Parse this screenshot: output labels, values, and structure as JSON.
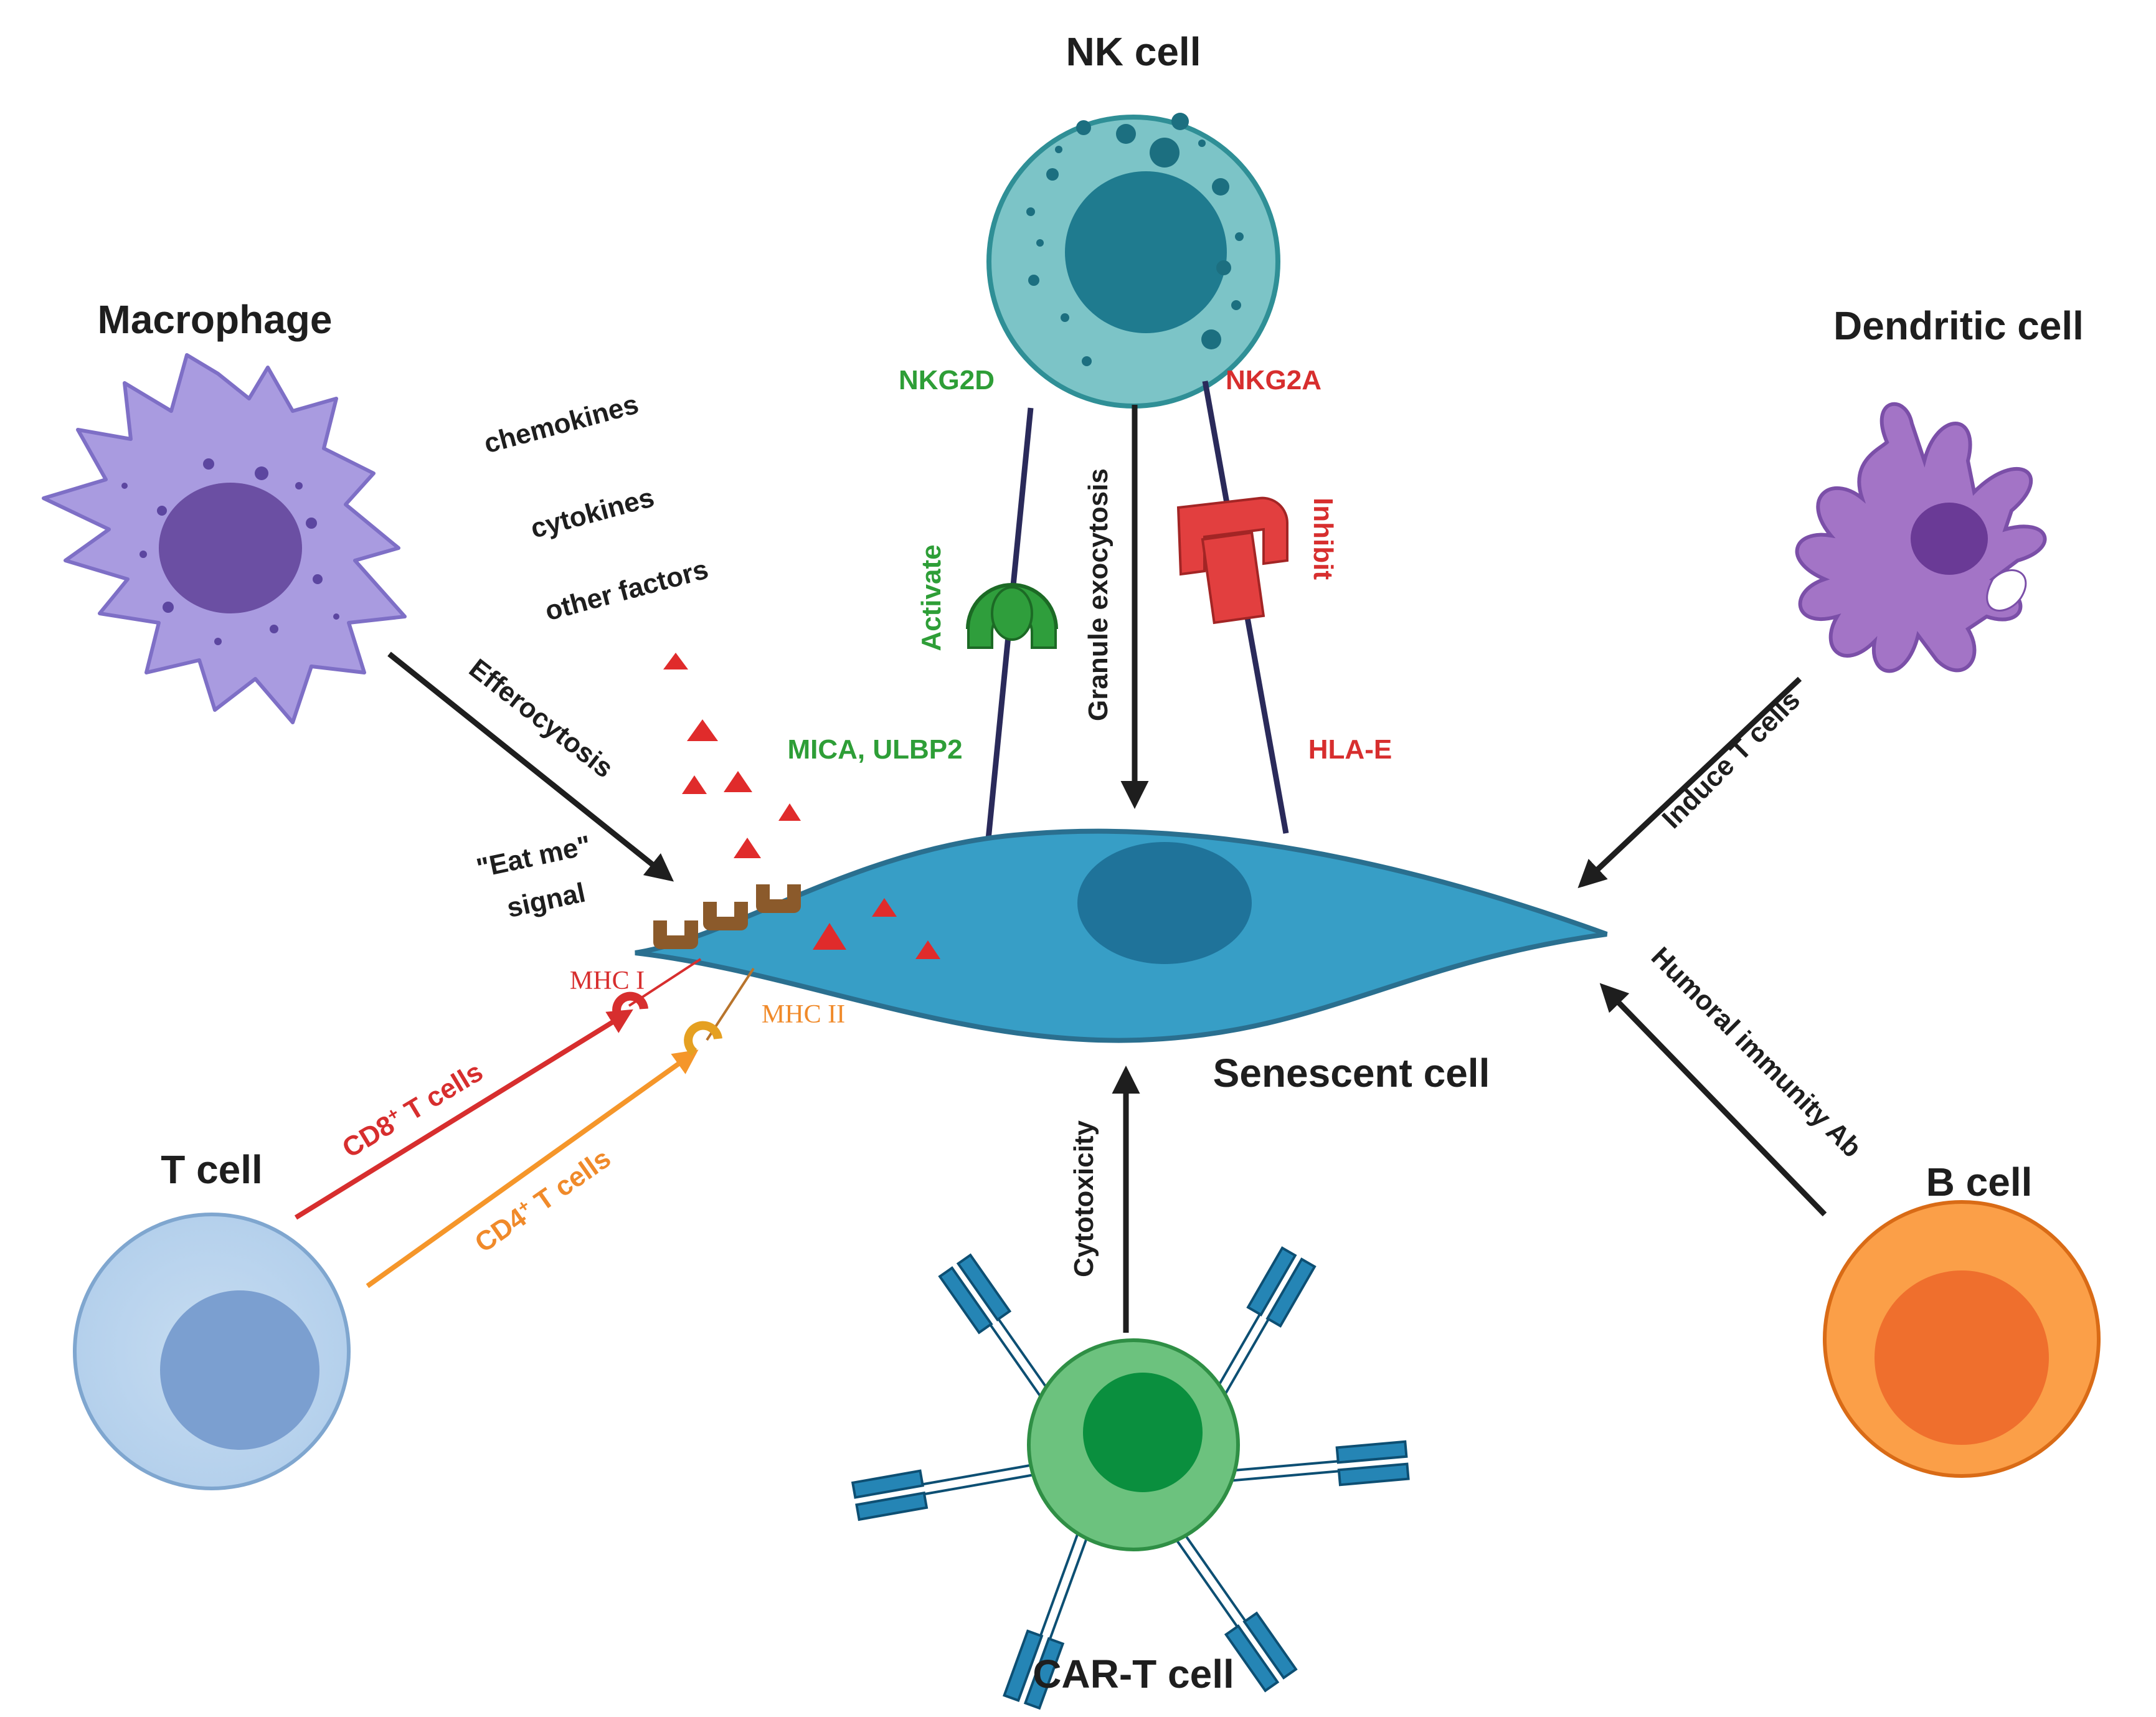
{
  "cells": {
    "nk": "NK cell",
    "macrophage": "Macrophage",
    "dendritic": "Dendritic cell",
    "senescent": "Senescent cell",
    "t_cell": "T cell",
    "b_cell": "B cell",
    "car_t": "CAR-T cell"
  },
  "secreted": {
    "chemokines": "chemokines",
    "cytokines": "cytokines",
    "other_factors": "other factors"
  },
  "arrows": {
    "efferocytosis": "Efferocytosis",
    "eat_me_line1": "\"Eat me\"",
    "eat_me_line2": "signal",
    "granule_exocytosis": "Granule  exocytosis",
    "induce_t_cells": "Induce T cells",
    "humoral": "Humoral immunity Ab",
    "cytotoxicity": "Cytotoxicity",
    "cd8_prefix": "CD8",
    "cd8_suffix": " T cells",
    "cd4_prefix": "CD4",
    "cd4_suffix": " T cells",
    "superscript": "+"
  },
  "receptors": {
    "nkg2d": "NKG2D",
    "nkg2a": "NKG2A",
    "activate": "Activate",
    "inhibit": "Inhibit",
    "mica_ulbp2": "MICA, ULBP2",
    "hla_e": "HLA-E",
    "mhc1": "MHC I",
    "mhc2": "MHC II"
  },
  "colors": {
    "green_label": "#2e9e37",
    "red_label": "#d72e2e",
    "orange_label": "#f08a2a",
    "arrow": "#1e1e1e"
  },
  "icons": [
    "nk-cell-icon",
    "macrophage-icon",
    "dendritic-cell-icon",
    "senescent-cell-icon",
    "t-cell-icon",
    "b-cell-icon",
    "car-t-cell-icon"
  ]
}
